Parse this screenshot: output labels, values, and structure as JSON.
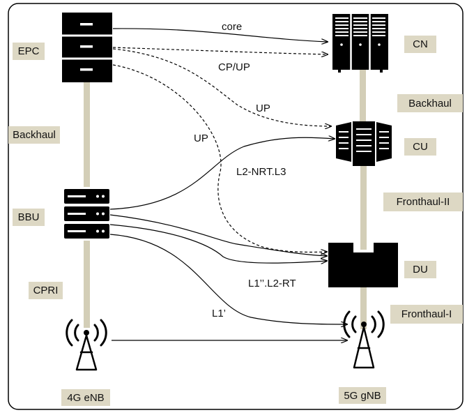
{
  "nodes": {
    "epc": "EPC",
    "cn": "CN",
    "cu": "CU",
    "bbu": "BBU",
    "du": "DU",
    "enb": "4G eNB",
    "gnb": "5G gNB"
  },
  "links": {
    "epc_bbu": "Backhaul",
    "cn_cu": "Backhaul",
    "bbu_enb": "CPRI",
    "cu_du": "Fronthaul-II",
    "du_gnb": "Fronthaul-I"
  },
  "connections": {
    "core": "core",
    "cp_up": "CP/UP",
    "up_cu": "UP",
    "up_du": "UP",
    "l2_nrt": "L2-NRT.L3",
    "l1_l2rt": "L1’’.L2-RT",
    "l1": "L1’"
  },
  "colors": {
    "label_bg": "#ddd8c4",
    "link_bar": "#d3ceb7",
    "icon": "#000000"
  },
  "icons": {
    "epc": "server-cabinet-icon",
    "cn": "server-rack-icon",
    "cu": "server-cluster-icon",
    "bbu": "baseband-unit-icon",
    "du": "distributed-unit-icon",
    "enb": "radio-tower-icon",
    "gnb": "radio-tower-icon"
  }
}
